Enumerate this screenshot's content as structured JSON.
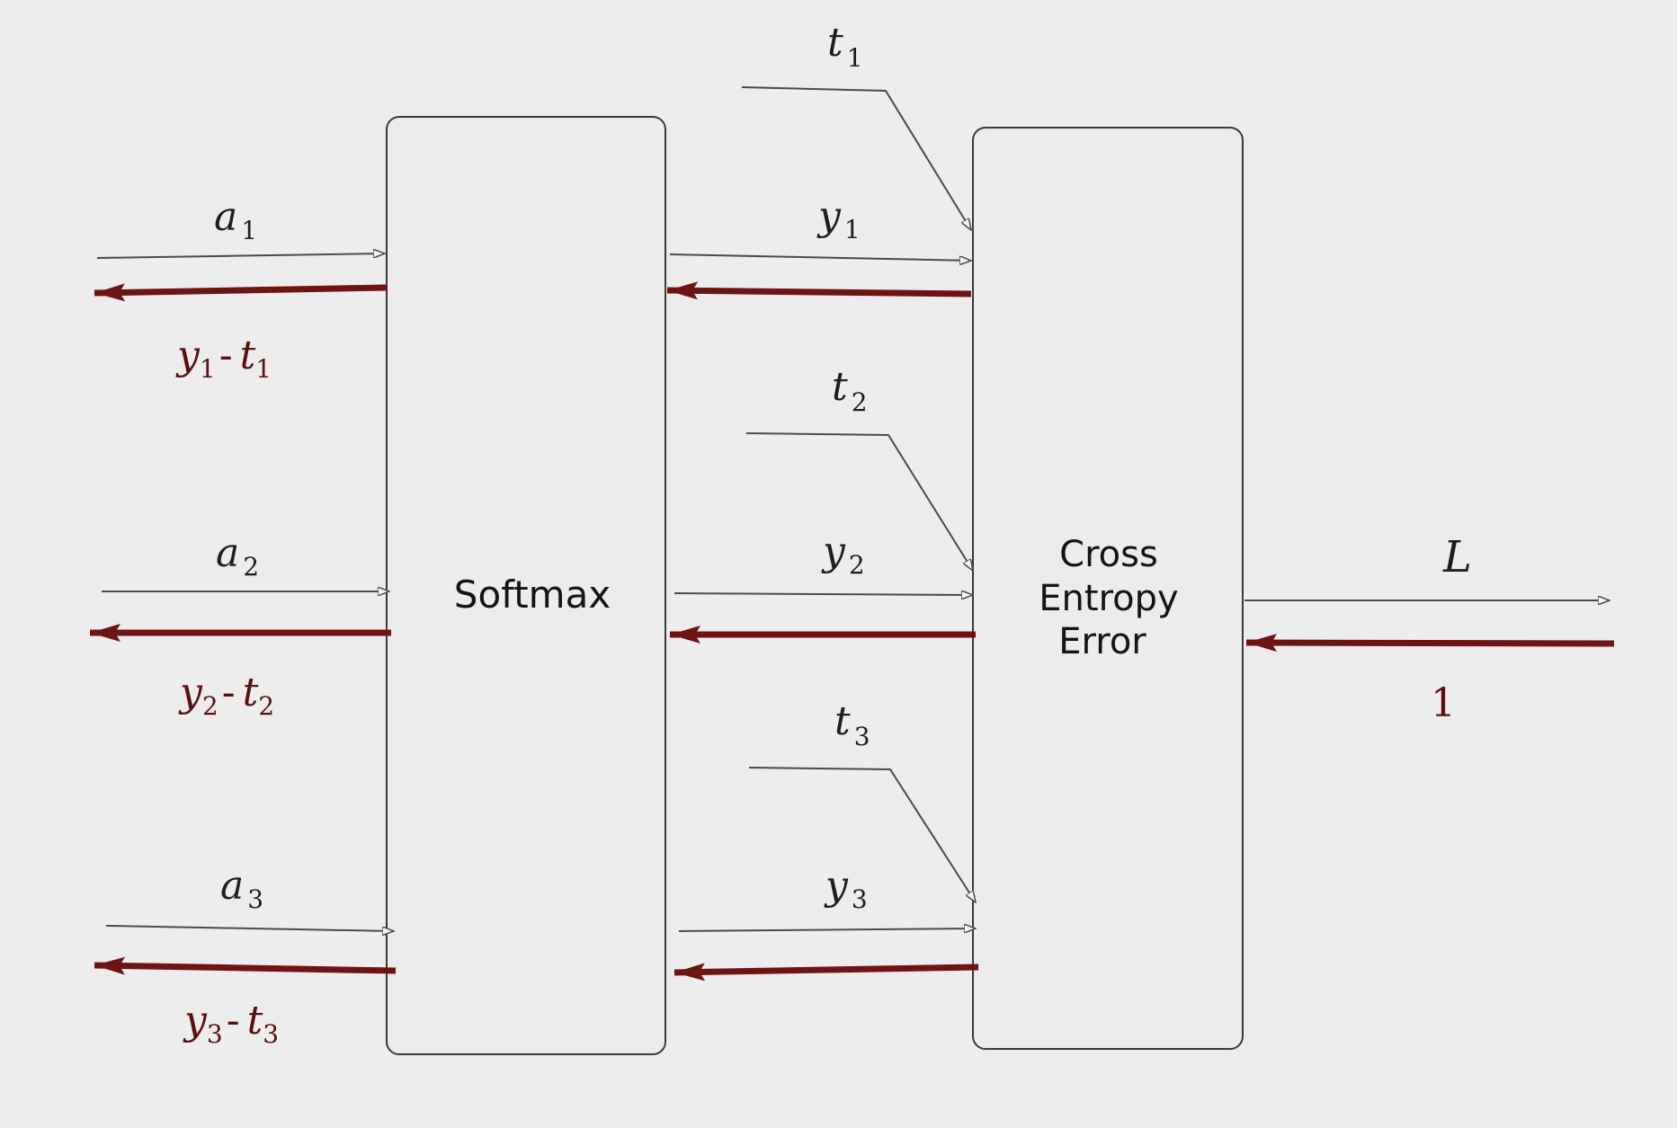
{
  "blocks": {
    "softmax": "Softmax",
    "cee_line1": "Cross",
    "cee_line2": "Entropy",
    "cee_line3": "Error"
  },
  "inputs": [
    {
      "sym": "a",
      "idx": "1"
    },
    {
      "sym": "a",
      "idx": "2"
    },
    {
      "sym": "a",
      "idx": "3"
    }
  ],
  "gradients": [
    {
      "y": "y",
      "yi": "1",
      "t": "t",
      "ti": "1"
    },
    {
      "y": "y",
      "yi": "2",
      "t": "t",
      "ti": "2"
    },
    {
      "y": "y",
      "yi": "3",
      "t": "t",
      "ti": "3"
    }
  ],
  "outputs": [
    {
      "sym": "y",
      "idx": "1"
    },
    {
      "sym": "y",
      "idx": "2"
    },
    {
      "sym": "y",
      "idx": "3"
    }
  ],
  "targets": [
    {
      "sym": "t",
      "idx": "1"
    },
    {
      "sym": "t",
      "idx": "2"
    },
    {
      "sym": "t",
      "idx": "3"
    }
  ],
  "loss": {
    "label": "L",
    "grad": "1"
  }
}
